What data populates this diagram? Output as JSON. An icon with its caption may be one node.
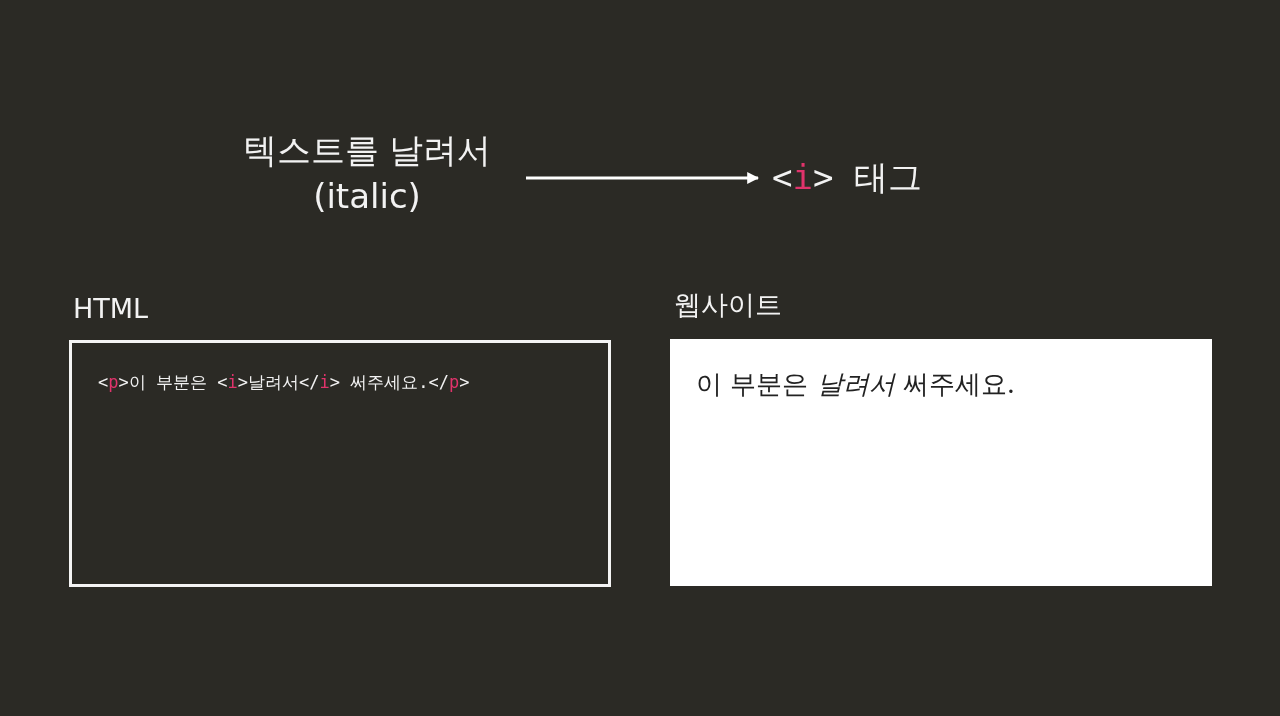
{
  "diagram": {
    "nodes": [
      {
        "text": [
          "텍스트를 날려서 (italic)"
        ]
      },
      {
        "text": [
          "<i> 태그"
        ]
      },
      {
        "text": [
          "HTML",
          "<p>이 부분은 <i>날려서</i> 써주세요.</p>"
        ]
      },
      {
        "text": [
          "웹사이트",
          "이 부분은 *날려서* 써주세요."
        ]
      }
    ],
    "edges": [
      {
        "from": 0,
        "to": 1,
        "arrow": "to"
      }
    ]
  }
}
